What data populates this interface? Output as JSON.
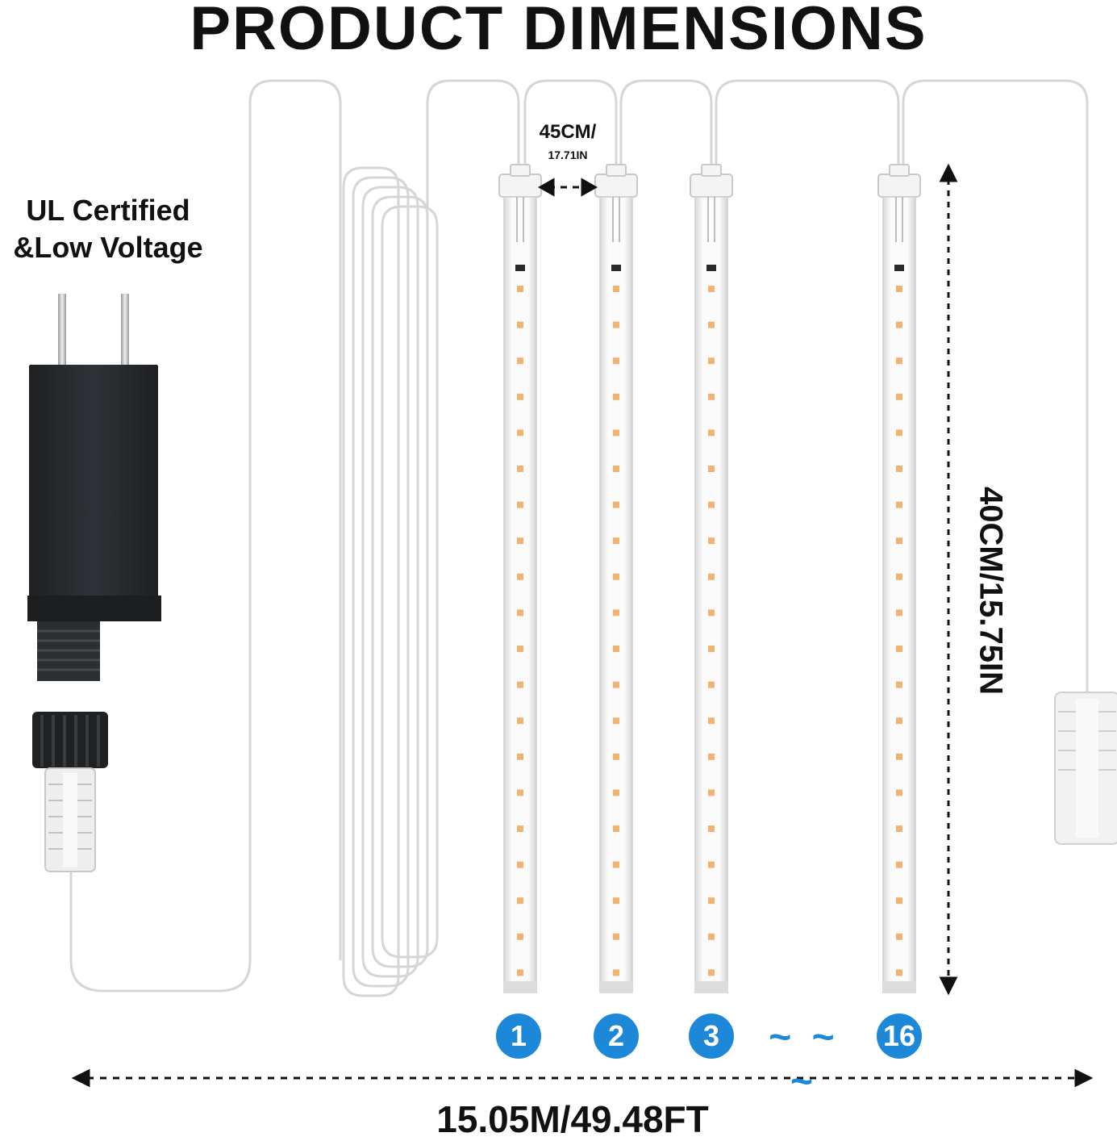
{
  "title": "PRODUCT DIMENSIONS",
  "certification": {
    "line1": "UL Certified",
    "line2": "&Low Voltage"
  },
  "tube_spacing": {
    "metric": "45CM/",
    "imperial": "17.71IN"
  },
  "tube_length": "40CM/15.75IN",
  "total_length": "15.05M/49.48FT",
  "tube_numbers": [
    "1",
    "2",
    "3",
    "16"
  ],
  "ellipsis": "~ ~ ~",
  "colors": {
    "badge": "#1e88d8",
    "led": "#f2b272",
    "cable": "#d4d4d4",
    "adapter": "#26292c"
  },
  "icons": [
    "power-adapter-icon",
    "plug-connector-icon",
    "led-tube-icon",
    "end-connector-icon",
    "dimension-arrow-icon"
  ]
}
